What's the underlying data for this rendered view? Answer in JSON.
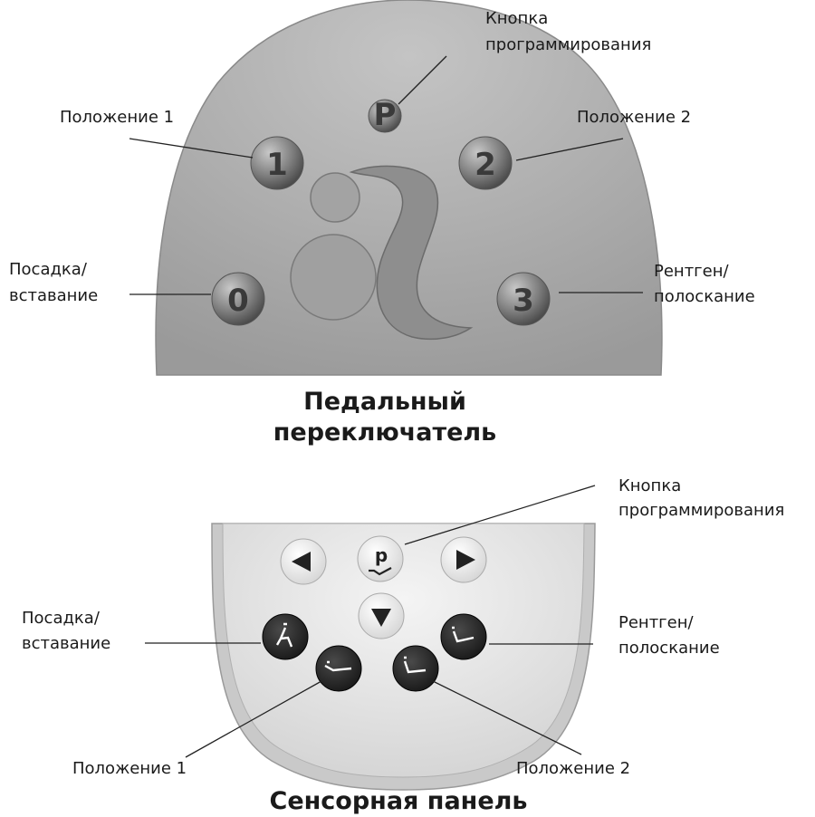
{
  "foot_switch": {
    "title_line1": "Педальный",
    "title_line2": "переключатель",
    "buttons": {
      "p": "P",
      "b1": "1",
      "b2": "2",
      "b0": "0",
      "b3": "3"
    },
    "labels": {
      "prog_line1": "Кнопка",
      "prog_line2": "программирования",
      "pos1": "Положение 1",
      "pos2": "Положение 2",
      "seat_line1": "Посадка/",
      "seat_line2": "вставание",
      "xray_line1": "Рентген/",
      "xray_line2": "полоскание"
    }
  },
  "touch_pad": {
    "title": "Сенсорная панель",
    "buttons": {
      "p": "p"
    },
    "labels": {
      "prog_line1": "Кнопка",
      "prog_line2": "программирования",
      "seat_line1": "Посадка/",
      "seat_line2": "вставание",
      "xray_line1": "Рентген/",
      "xray_line2": "полоскание",
      "pos1": "Положение 1",
      "pos2": "Положение 2"
    }
  },
  "colors": {
    "pedal_body": "#a9a9a9",
    "pedal_button": "#7a7a7a",
    "pad_body": "#cfcfcf",
    "pad_face": "#ececec",
    "dark_button": "#2a2a2a",
    "light_button": "#d9d9d9"
  }
}
